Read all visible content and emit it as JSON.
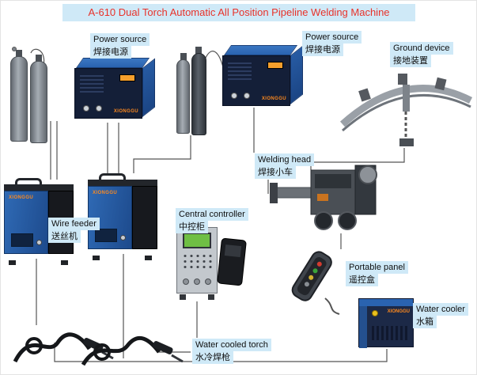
{
  "title": "A-610 Dual Torch Automatic All Position Pipeline Welding Machine",
  "brand": "XIONGGU",
  "colors": {
    "label_bg": "#cfe9f7",
    "title_red": "#e8322a",
    "machine_blue": "#2a63b0",
    "machine_panel": "#141f38",
    "line": "#555555",
    "metal_gray": "#9aa0a7"
  },
  "components": [
    {
      "id": "power-source-1",
      "en": "Power source",
      "zh": "焊接电源"
    },
    {
      "id": "power-source-2",
      "en": "Power source",
      "zh": "焊接电源"
    },
    {
      "id": "ground-device",
      "en": "Ground device",
      "zh": "接地装置"
    },
    {
      "id": "welding-head",
      "en": "Welding head",
      "zh": "焊接小车"
    },
    {
      "id": "wire-feeder",
      "en": "Wire feeder",
      "zh": "送丝机"
    },
    {
      "id": "central-controller",
      "en": "Central controller",
      "zh": "中控柜"
    },
    {
      "id": "portable-panel",
      "en": "Portable panel",
      "zh": "遥控盒"
    },
    {
      "id": "water-cooler",
      "en": "Water cooler",
      "zh": "水箱"
    },
    {
      "id": "water-cooled-torch",
      "en": "Water cooled torch",
      "zh": "水冷焊枪"
    }
  ]
}
